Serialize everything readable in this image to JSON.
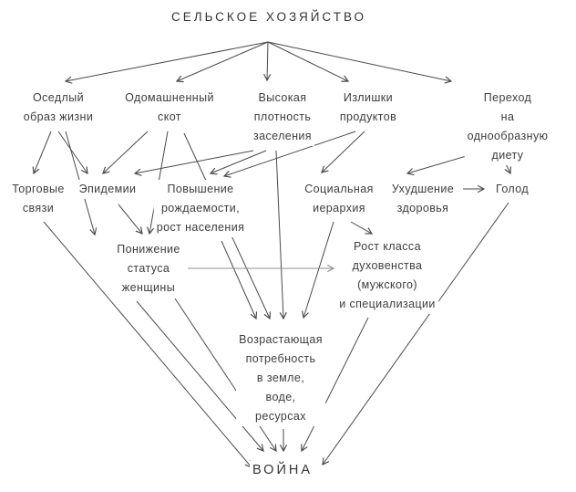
{
  "diagram": {
    "language": "ru",
    "topic": "causes-of-war-from-agriculture"
  },
  "colors": {
    "background": "#ffffff",
    "text": "#3d3d3d",
    "line": "#4a4a4a",
    "gray_line": "#8f8f8f"
  },
  "nodes": {
    "agriculture": {
      "label": "СЕЛЬСКОЕ ХОЗЯЙСТВО"
    },
    "sedentary": {
      "label": "Оседлый\nобраз жизни"
    },
    "livestock": {
      "label": "Одомашненный\nскот"
    },
    "density": {
      "label": "Высокая\nплотность\nзаселения"
    },
    "surplus": {
      "label": "Излишки\nпродуктов"
    },
    "diet": {
      "label": "Переход\nна однообразную\nдиету"
    },
    "trade": {
      "label": "Торговые\nсвязи"
    },
    "epidemics": {
      "label": "Эпидемии"
    },
    "birthrate": {
      "label": "Повышение\nрождаемости,\nрост населения"
    },
    "hierarchy": {
      "label": "Социальная\nиерархия"
    },
    "health": {
      "label": "Ухудшение\nздоровья"
    },
    "famine": {
      "label": "Голод"
    },
    "women": {
      "label": "Понижение\nстатуса\nженщины"
    },
    "clergy": {
      "label": "Рост класса\nдуховенства\n(мужского)\nи специализации"
    },
    "need": {
      "label": "Возрастающая\nпотребность\nв земле,\nводе,\nресурсах"
    },
    "war": {
      "label": "ВОЙНА"
    }
  },
  "edges": [
    {
      "from": "agriculture",
      "to": "sedentary"
    },
    {
      "from": "agriculture",
      "to": "livestock"
    },
    {
      "from": "agriculture",
      "to": "density"
    },
    {
      "from": "agriculture",
      "to": "surplus"
    },
    {
      "from": "agriculture",
      "to": "diet"
    },
    {
      "from": "sedentary",
      "to": "trade"
    },
    {
      "from": "sedentary",
      "to": "epidemics"
    },
    {
      "from": "sedentary",
      "to": "women"
    },
    {
      "from": "livestock",
      "to": "epidemics"
    },
    {
      "from": "livestock",
      "to": "women"
    },
    {
      "from": "livestock",
      "to": "need"
    },
    {
      "from": "epidemics",
      "to": "women"
    },
    {
      "from": "density",
      "to": "epidemics"
    },
    {
      "from": "density",
      "to": "birthrate"
    },
    {
      "from": "density",
      "to": "need"
    },
    {
      "from": "surplus",
      "to": "birthrate"
    },
    {
      "from": "surplus",
      "to": "hierarchy"
    },
    {
      "from": "diet",
      "to": "health"
    },
    {
      "from": "diet",
      "to": "famine"
    },
    {
      "from": "health",
      "to": "famine"
    },
    {
      "from": "hierarchy",
      "to": "need"
    },
    {
      "from": "hierarchy",
      "to": "clergy"
    },
    {
      "from": "women",
      "to": "clergy"
    },
    {
      "from": "birthrate",
      "to": "need"
    },
    {
      "from": "women",
      "to": "war"
    },
    {
      "from": "women",
      "to": "war"
    },
    {
      "from": "trade",
      "to": "war"
    },
    {
      "from": "need",
      "to": "war"
    },
    {
      "from": "clergy",
      "to": "war"
    },
    {
      "from": "famine",
      "to": "war"
    }
  ]
}
